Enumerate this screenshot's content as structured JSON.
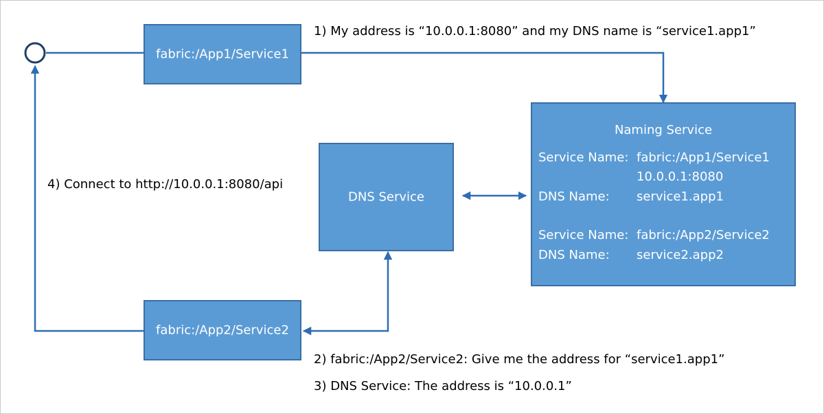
{
  "nodes": {
    "service1": {
      "label": "fabric:/App1/Service1"
    },
    "service2": {
      "label": "fabric:/App2/Service2"
    },
    "dns": {
      "label": "DNS Service"
    },
    "naming": {
      "title": "Naming Service",
      "entries": [
        {
          "key": "Service Name:",
          "value": "fabric:/App1/Service1"
        },
        {
          "key": "",
          "value": "10.0.0.1:8080"
        },
        {
          "key": "DNS Name:",
          "value": "service1.app1"
        },
        {
          "key": "Service Name:",
          "value": "fabric:/App2/Service2"
        },
        {
          "key": "DNS Name:",
          "value": "service2.app2"
        }
      ]
    }
  },
  "steps": {
    "step1": "1) My address is “10.0.0.1:8080” and my DNS name is “service1.app1”",
    "step2": "2) fabric:/App2/Service2: Give me the address for “service1.app1”",
    "step3": "3) DNS Service: The address is “10.0.0.1”",
    "step4": "4) Connect to http://10.0.0.1:8080/api"
  },
  "colors": {
    "box_fill": "#5b9bd5",
    "box_border": "#3a6ea5",
    "connector": "#2e6db4",
    "endpoint_stroke": "#1f3f66"
  }
}
